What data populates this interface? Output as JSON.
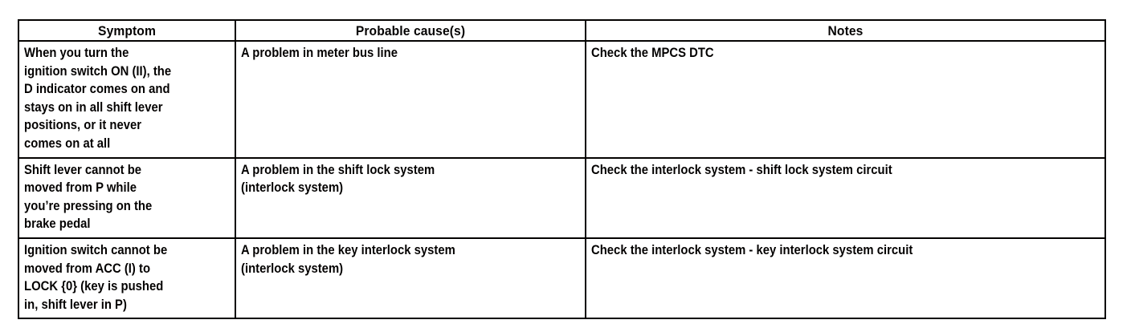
{
  "table": {
    "headers": {
      "symptom": "Symptom",
      "cause": "Probable cause(s)",
      "notes": "Notes"
    },
    "rows": [
      {
        "symptom": "When you turn the\nignition switch ON (II), the\nD indicator comes on and\nstays on in all shift lever\npositions, or it never\ncomes on at all",
        "cause": "A problem in meter bus line",
        "notes": "Check the MPCS DTC"
      },
      {
        "symptom": "Shift lever cannot be\nmoved from P while\nyou’re pressing on the\nbrake pedal",
        "cause": "A problem in the shift lock system\n(interlock system)",
        "notes": "Check the interlock system - shift lock system circuit"
      },
      {
        "symptom": "Ignition switch cannot be\nmoved from ACC (I) to\nLOCK {0} (key is pushed\nin, shift lever in P)",
        "cause": "A problem in the key interlock system\n(interlock system)",
        "notes": "Check the interlock system - key interlock system circuit"
      }
    ]
  },
  "colors": {
    "ink": "#100e0d",
    "rule": "#12100f",
    "page": "#ffffff"
  }
}
